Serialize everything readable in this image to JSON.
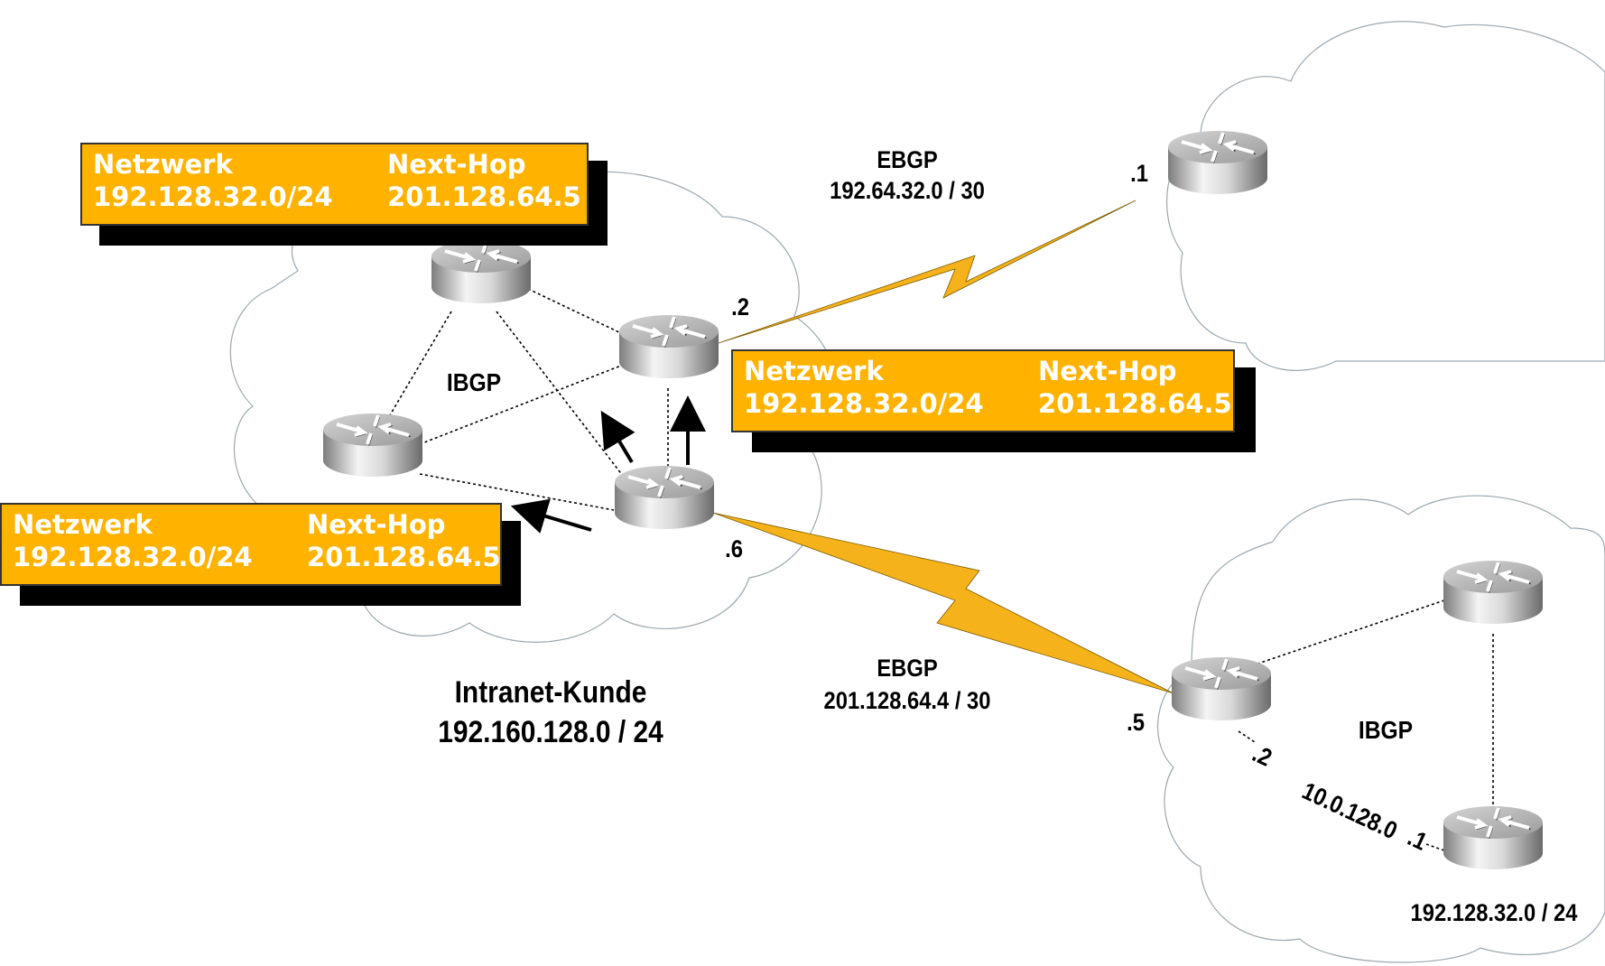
{
  "diagram": {
    "colors": {
      "route_box": "#FFB300",
      "ebgp_link": "#F5B21A",
      "cloud_stroke": "#9AA8B0",
      "text": "#000000"
    },
    "route_tables": [
      {
        "id": "top-left",
        "header_network": "Netzwerk",
        "header_nexthop": "Next-Hop",
        "network": "192.128.32.0/24",
        "nexthop": "201.128.64.5"
      },
      {
        "id": "middle-right",
        "header_network": "Netzwerk",
        "header_nexthop": "Next-Hop",
        "network": "192.128.32.0/24",
        "nexthop": "201.128.64.5"
      },
      {
        "id": "bottom-left",
        "header_network": "Netzwerk",
        "header_nexthop": "Next-Hop",
        "network": "192.128.32.0/24",
        "nexthop": "201.128.64.5"
      }
    ],
    "labels": {
      "ibgp_left": "IBGP",
      "ibgp_right": "IBGP",
      "ebgp_top_title": "EBGP",
      "ebgp_top_subnet": "192.64.32.0 / 30",
      "ebgp_bottom_title": "EBGP",
      "ebgp_bottom_subnet": "201.128.64.4 / 30",
      "customer_name": "Intranet-Kunde",
      "customer_subnet": "192.160.128.0 / 24",
      "remote_subnet": "192.128.32.0 / 24",
      "internal_link_subnet": "10.0.128.0"
    },
    "interface_labels": {
      "r2": ".2",
      "r6": ".6",
      "r1": ".1",
      "r5": ".5",
      "internal_a": ".2",
      "internal_b": ".1"
    },
    "nodes": [
      {
        "id": "cust-top",
        "type": "router"
      },
      {
        "id": "cust-right",
        "type": "router",
        "interface": ".2"
      },
      {
        "id": "cust-left",
        "type": "router"
      },
      {
        "id": "cust-center",
        "type": "router",
        "interface": ".6"
      },
      {
        "id": "isp-top",
        "type": "router",
        "interface": ".1"
      },
      {
        "id": "remote-edge",
        "type": "router",
        "interface": ".5"
      },
      {
        "id": "remote-top",
        "type": "router"
      },
      {
        "id": "remote-bottom",
        "type": "router"
      }
    ],
    "links": [
      {
        "from": "cust-top",
        "to": "cust-right",
        "kind": "ibgp"
      },
      {
        "from": "cust-top",
        "to": "cust-left",
        "kind": "ibgp"
      },
      {
        "from": "cust-top",
        "to": "cust-center",
        "kind": "ibgp"
      },
      {
        "from": "cust-left",
        "to": "cust-right",
        "kind": "ibgp"
      },
      {
        "from": "cust-left",
        "to": "cust-center",
        "kind": "ibgp"
      },
      {
        "from": "cust-right",
        "to": "cust-center",
        "kind": "ibgp"
      },
      {
        "from": "cust-right",
        "to": "isp-top",
        "kind": "ebgp"
      },
      {
        "from": "cust-center",
        "to": "remote-edge",
        "kind": "ebgp"
      },
      {
        "from": "remote-edge",
        "to": "remote-top",
        "kind": "ibgp"
      },
      {
        "from": "remote-top",
        "to": "remote-bottom",
        "kind": "ibgp"
      },
      {
        "from": "remote-edge",
        "to": "remote-bottom",
        "kind": "ibgp"
      }
    ]
  }
}
